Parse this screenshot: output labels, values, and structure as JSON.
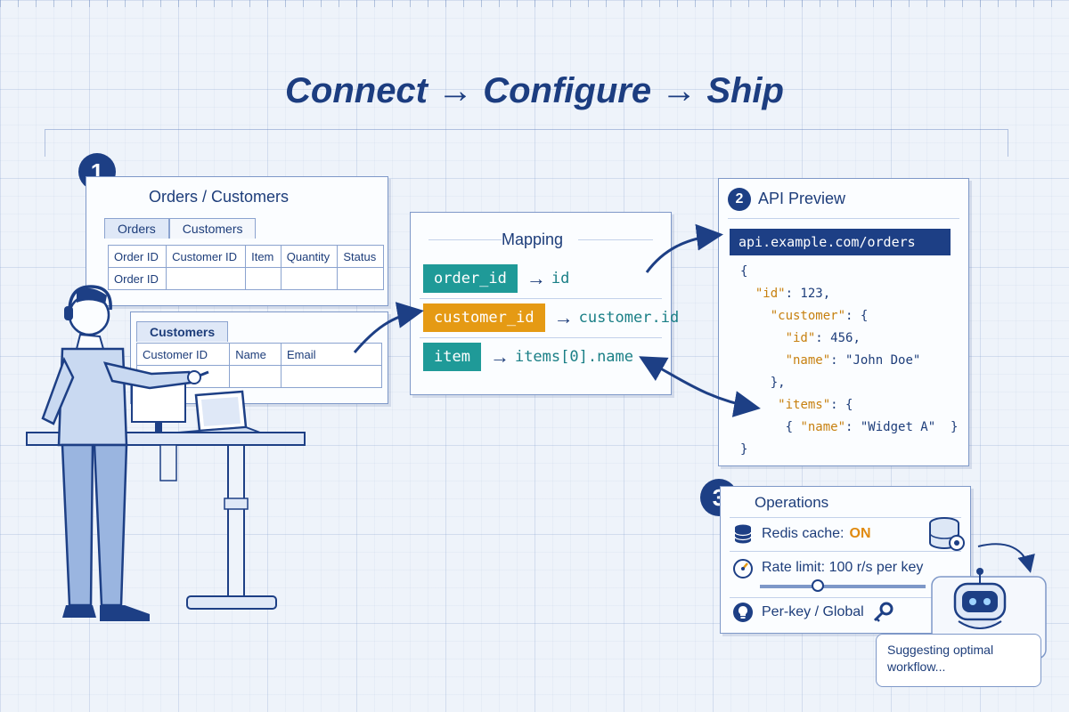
{
  "title": "Connect → Configure → Ship",
  "colors": {
    "navy": "#1d3f85",
    "teal": "#1f9a98",
    "orange": "#e59a14",
    "line": "#7e98c8"
  },
  "step1": {
    "number": "1",
    "title": "Orders / Customers",
    "tabs": [
      "Orders",
      "Customers"
    ],
    "orders_table": {
      "headers": [
        "Order ID",
        "Customer ID",
        "Item",
        "Quantity",
        "Status"
      ],
      "rows": [
        [
          "Order ID",
          "",
          "",
          "",
          ""
        ]
      ]
    },
    "customers_panel": {
      "tab": "Customers",
      "headers": [
        "Customer ID",
        "Name",
        "Email"
      ],
      "rows": [
        [
          "",
          "",
          ""
        ]
      ]
    }
  },
  "mapping": {
    "title": "Mapping",
    "rows": [
      {
        "source": "order_id",
        "target": "id",
        "color": "teal"
      },
      {
        "source": "customer_id",
        "target": "customer.id",
        "color": "orange"
      },
      {
        "source": "item",
        "target": "items[0].name",
        "color": "teal"
      }
    ]
  },
  "api": {
    "number": "2",
    "title": "API Preview",
    "url": "api.example.com/orders",
    "json": {
      "id_key": "\"id\"",
      "id_val": ": 123,",
      "customer_key": "\"customer\"",
      "customer_val": ": {",
      "cid_key": "\"id\"",
      "cid_val": ": 456,",
      "name_key": "\"name\"",
      "name_val": ": \"John Doe\"",
      "close_obj": "},",
      "items_key": "\"items\"",
      "items_val": ": {",
      "item_open": "{ ",
      "item_name_key": "\"name\"",
      "item_name_val": ": \"Widget A\"  }",
      "open": "{",
      "close": "}"
    }
  },
  "operations": {
    "number": "3",
    "title": "Operations",
    "redis_label": "Redis cache:",
    "redis_value": "ON",
    "rate_label": "Rate limit: 100 r/s per key",
    "rate_slider_fraction": 0.35,
    "scope_label": "Per-key / Global",
    "icons": [
      "database-icon",
      "gauge-icon",
      "lightbulb-icon",
      "key-icon"
    ]
  },
  "assistant": {
    "message_line1": "Suggesting optimal",
    "message_line2": "workflow..."
  }
}
